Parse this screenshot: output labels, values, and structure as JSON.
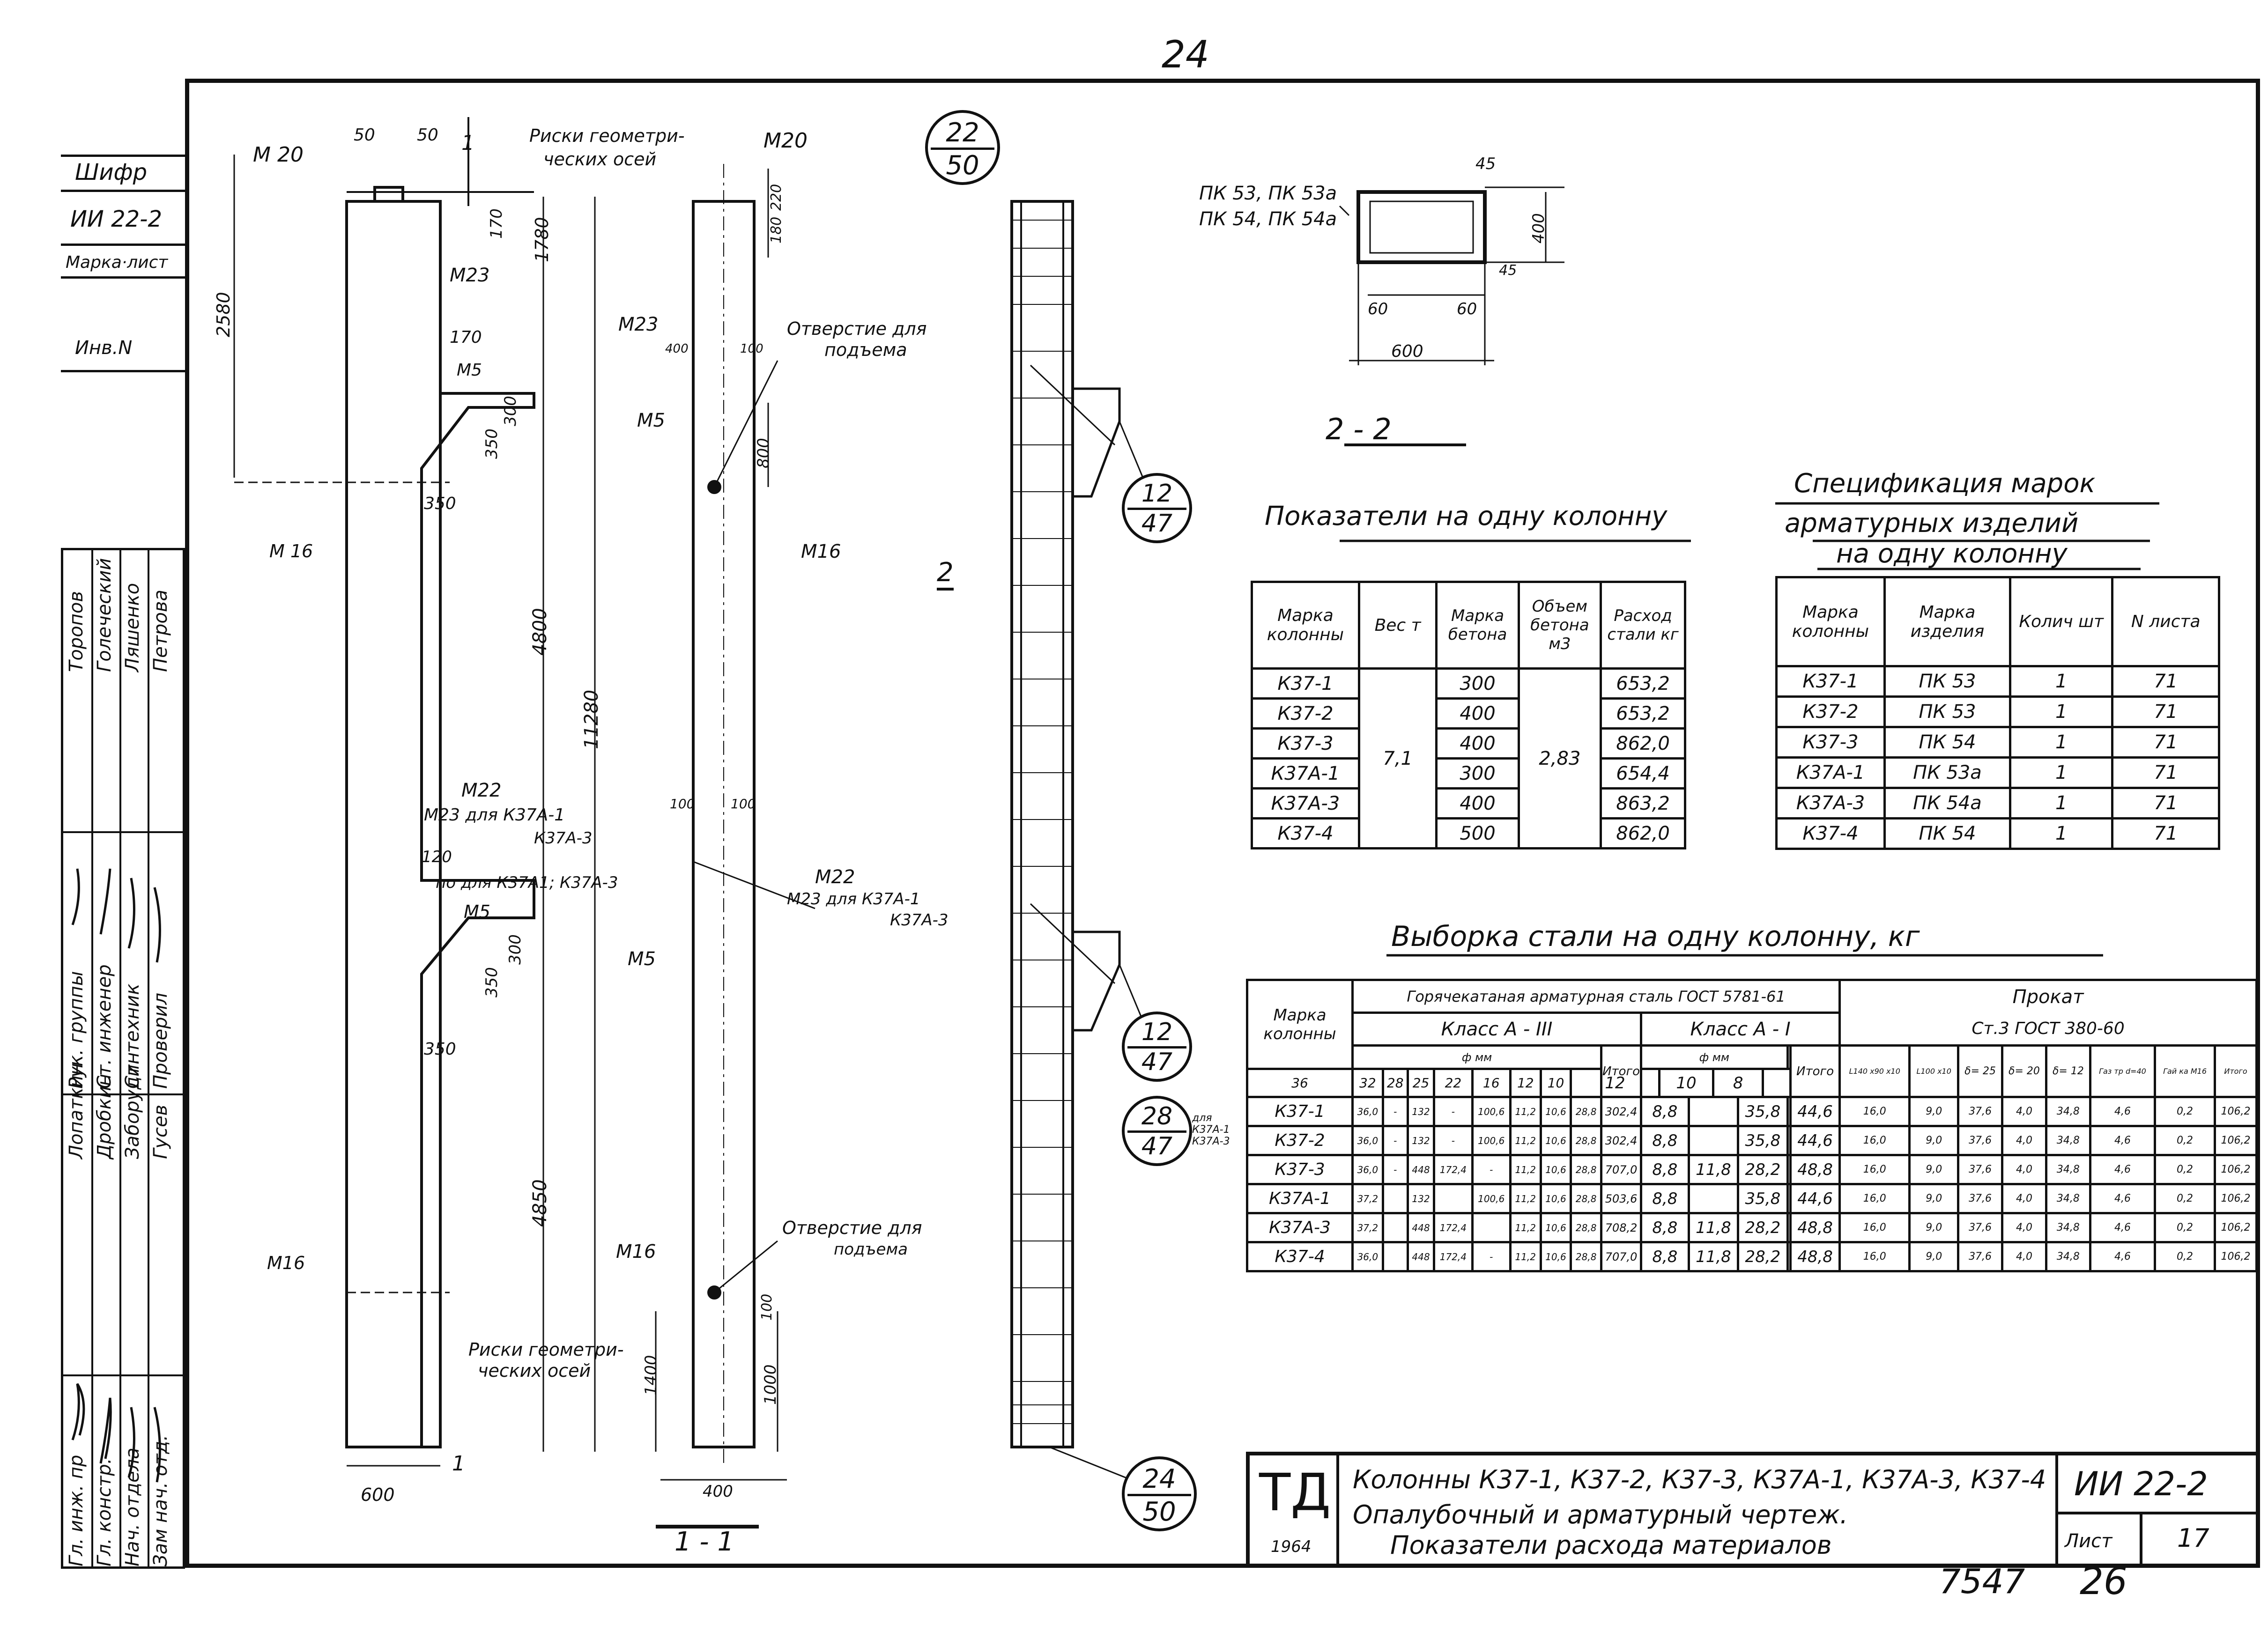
{
  "page": {
    "top_number": "24",
    "bottom_numbers": [
      "7547",
      "26"
    ]
  },
  "side_stamp": {
    "labels": [
      "Шифр",
      "ИИ 22-2",
      "Марка·лист",
      "Инв.N"
    ],
    "roles": [
      "Гл. инж. пр",
      "Гл. констр.",
      "Нач. отдела",
      "Зам нач. отд.",
      "Рук. группы",
      "Ст. инженер",
      "Ст. техник",
      "Проверил"
    ],
    "names": [
      "Лопаткин",
      "Дробкин",
      "Заборудин",
      "Гусев",
      "Торопов",
      "Голеческий",
      "Ляшенко",
      "Петрова"
    ]
  },
  "drawing": {
    "left_column_labels": [
      "М 20",
      "50",
      "50",
      "1",
      "Риски геометри-",
      "ческих осей",
      "2580",
      "1780",
      "170",
      "М23",
      "170",
      "М5",
      "350",
      "300",
      "350",
      "М 16",
      "4800",
      "11280",
      "М22",
      "М23 для К37А-1",
      "К37А-3",
      "120",
      "по для К37А1; К37А-3",
      "М5",
      "300",
      "350",
      "350",
      "4850",
      "М16",
      "600",
      "1"
    ],
    "mid_column_labels": [
      "М20",
      "220",
      "180",
      "М23",
      "400",
      "100",
      "Отверстие для",
      "подъема",
      "М5",
      "800",
      "М16",
      "2",
      "100",
      "100",
      "М22",
      "М23 для К37А-1",
      "К37А-3",
      "М5",
      "Отверстие для",
      "подъема",
      "М16",
      "100",
      "1000",
      "1400",
      "Риски геометри-",
      "ческих осей",
      "400",
      "1 - 1"
    ],
    "section_22": {
      "title": "2 - 2",
      "labels": [
        "ПК 53, ПК 53а",
        "ПК 54, ПК 54а",
        "45",
        "400",
        "45",
        "60",
        "60",
        "600"
      ]
    },
    "section_mark": "2"
  },
  "callouts": [
    {
      "top": "22",
      "bottom": "50"
    },
    {
      "top": "12",
      "bottom": "47"
    },
    {
      "top": "12",
      "bottom": "47"
    },
    {
      "top": "28",
      "bottom": "47",
      "note": "для К37А-1 К37А-3"
    },
    {
      "top": "24",
      "bottom": "50"
    }
  ],
  "table_indicators": {
    "title": "Показатели на одну колонну",
    "headers": [
      "Марка колонны",
      "Вес т",
      "Марка бетона",
      "Объем бетона м3",
      "Расход стали кг"
    ],
    "weight": "7,1",
    "volume": "2,83",
    "rows": [
      [
        "К37-1",
        "300",
        "653,2"
      ],
      [
        "К37-2",
        "400",
        "653,2"
      ],
      [
        "К37-3",
        "400",
        "862,0"
      ],
      [
        "К37А-1",
        "300",
        "654,4"
      ],
      [
        "К37А-3",
        "400",
        "863,2"
      ],
      [
        "К37-4",
        "500",
        "862,0"
      ]
    ]
  },
  "table_spec": {
    "title_lines": [
      "Спецификация марок",
      "арматурных изделий",
      "на одну колонну"
    ],
    "headers": [
      "Марка колонны",
      "Марка изделия",
      "Колич шт",
      "N листа"
    ],
    "rows": [
      [
        "К37-1",
        "ПК 53",
        "1",
        "71"
      ],
      [
        "К37-2",
        "ПК 53",
        "1",
        "71"
      ],
      [
        "К37-3",
        "ПК 54",
        "1",
        "71"
      ],
      [
        "К37А-1",
        "ПК 53а",
        "1",
        "71"
      ],
      [
        "К37А-3",
        "ПК 54а",
        "1",
        "71"
      ],
      [
        "К37-4",
        "ПК 54",
        "1",
        "71"
      ]
    ]
  },
  "table_steel": {
    "title": "Выборка стали на одну колонну, кг",
    "h_mark": "Марка колонны",
    "h_hot": "Горячекатаная арматурная сталь ГОСТ 5781-61",
    "h_rolled": "Прокат",
    "h_rolled_sub": "Ст.3 ГОСТ 380-60",
    "h_class3": "Класс А - III",
    "h_class1": "Класс А - I",
    "h_dia": "ф мм",
    "h_total": "Итого",
    "diam3": [
      "36",
      "32",
      "28",
      "25",
      "22",
      "16",
      "12",
      "10"
    ],
    "diam1": [
      "12",
      "10",
      "8"
    ],
    "rolled_cols": [
      "L140 x90 x10",
      "L100 x10",
      "δ= 25",
      "δ= 20",
      "δ= 12",
      "Газ тр d=40",
      "Гай ка М16",
      "Итого"
    ],
    "rows": [
      {
        "mark": "К37-1",
        "a3": [
          "36,0",
          "-",
          "132",
          "-",
          "100,6",
          "11,2",
          "10,6",
          "28,8"
        ],
        "t3": "302,4",
        "a1": [
          "8,8",
          "",
          "35,8"
        ],
        "t1": "44,6",
        "r": [
          "16,0",
          "9,0",
          "37,6",
          "4,0",
          "34,8",
          "4,6",
          "0,2",
          "106,2"
        ]
      },
      {
        "mark": "К37-2",
        "a3": [
          "36,0",
          "-",
          "132",
          "-",
          "100,6",
          "11,2",
          "10,6",
          "28,8"
        ],
        "t3": "302,4",
        "a1": [
          "8,8",
          "",
          "35,8"
        ],
        "t1": "44,6",
        "r": [
          "16,0",
          "9,0",
          "37,6",
          "4,0",
          "34,8",
          "4,6",
          "0,2",
          "106,2"
        ]
      },
      {
        "mark": "К37-3",
        "a3": [
          "36,0",
          "-",
          "448",
          "172,4",
          "-",
          "11,2",
          "10,6",
          "28,8"
        ],
        "t3": "707,0",
        "a1": [
          "8,8",
          "11,8",
          "28,2"
        ],
        "t1": "48,8",
        "r": [
          "16,0",
          "9,0",
          "37,6",
          "4,0",
          "34,8",
          "4,6",
          "0,2",
          "106,2"
        ]
      },
      {
        "mark": "К37А-1",
        "a3": [
          "37,2",
          "",
          "132",
          "",
          "100,6",
          "11,2",
          "10,6",
          "28,8"
        ],
        "t3": "503,6",
        "a1": [
          "8,8",
          "",
          "35,8"
        ],
        "t1": "44,6",
        "r": [
          "16,0",
          "9,0",
          "37,6",
          "4,0",
          "34,8",
          "4,6",
          "0,2",
          "106,2"
        ]
      },
      {
        "mark": "К37А-3",
        "a3": [
          "37,2",
          "",
          "448",
          "172,4",
          "",
          "11,2",
          "10,6",
          "28,8"
        ],
        "t3": "708,2",
        "a1": [
          "8,8",
          "11,8",
          "28,2"
        ],
        "t1": "48,8",
        "r": [
          "16,0",
          "9,0",
          "37,6",
          "4,0",
          "34,8",
          "4,6",
          "0,2",
          "106,2"
        ]
      },
      {
        "mark": "К37-4",
        "a3": [
          "36,0",
          "",
          "448",
          "172,4",
          "-",
          "11,2",
          "10,6",
          "28,8"
        ],
        "t3": "707,0",
        "a1": [
          "8,8",
          "11,8",
          "28,2"
        ],
        "t1": "48,8",
        "r": [
          "16,0",
          "9,0",
          "37,6",
          "4,0",
          "34,8",
          "4,6",
          "0,2",
          "106,2"
        ]
      }
    ]
  },
  "title_block": {
    "logo": "ТД",
    "year": "1964",
    "line1": "Колонны К37-1, К37-2, К37-3, К37А-1, К37А-3, К37-4",
    "line2": "Опалубочный и арматурный чертеж.",
    "line3": "Показатели расхода материалов",
    "code": "ИИ 22-2",
    "sheet_label": "Лист",
    "sheet_no": "17"
  }
}
